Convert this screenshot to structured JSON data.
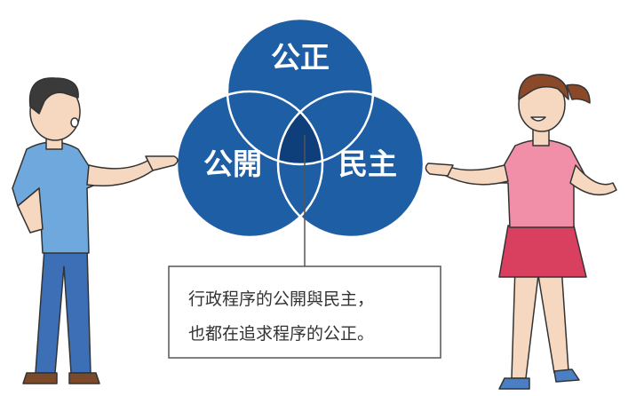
{
  "venn": {
    "top_label": "公正",
    "left_label": "公開",
    "right_label": "民主",
    "circle_color": "#1d5ea4",
    "center_color": "#0f3f7a"
  },
  "caption": {
    "line1": "行政程序的公開與民主，",
    "line2": "也都在追求程序的公正。"
  },
  "figures": {
    "man_shirt_color": "#6fa8dc",
    "woman_shirt_color": "#f28fa8",
    "woman_skirt_color": "#d94060"
  }
}
